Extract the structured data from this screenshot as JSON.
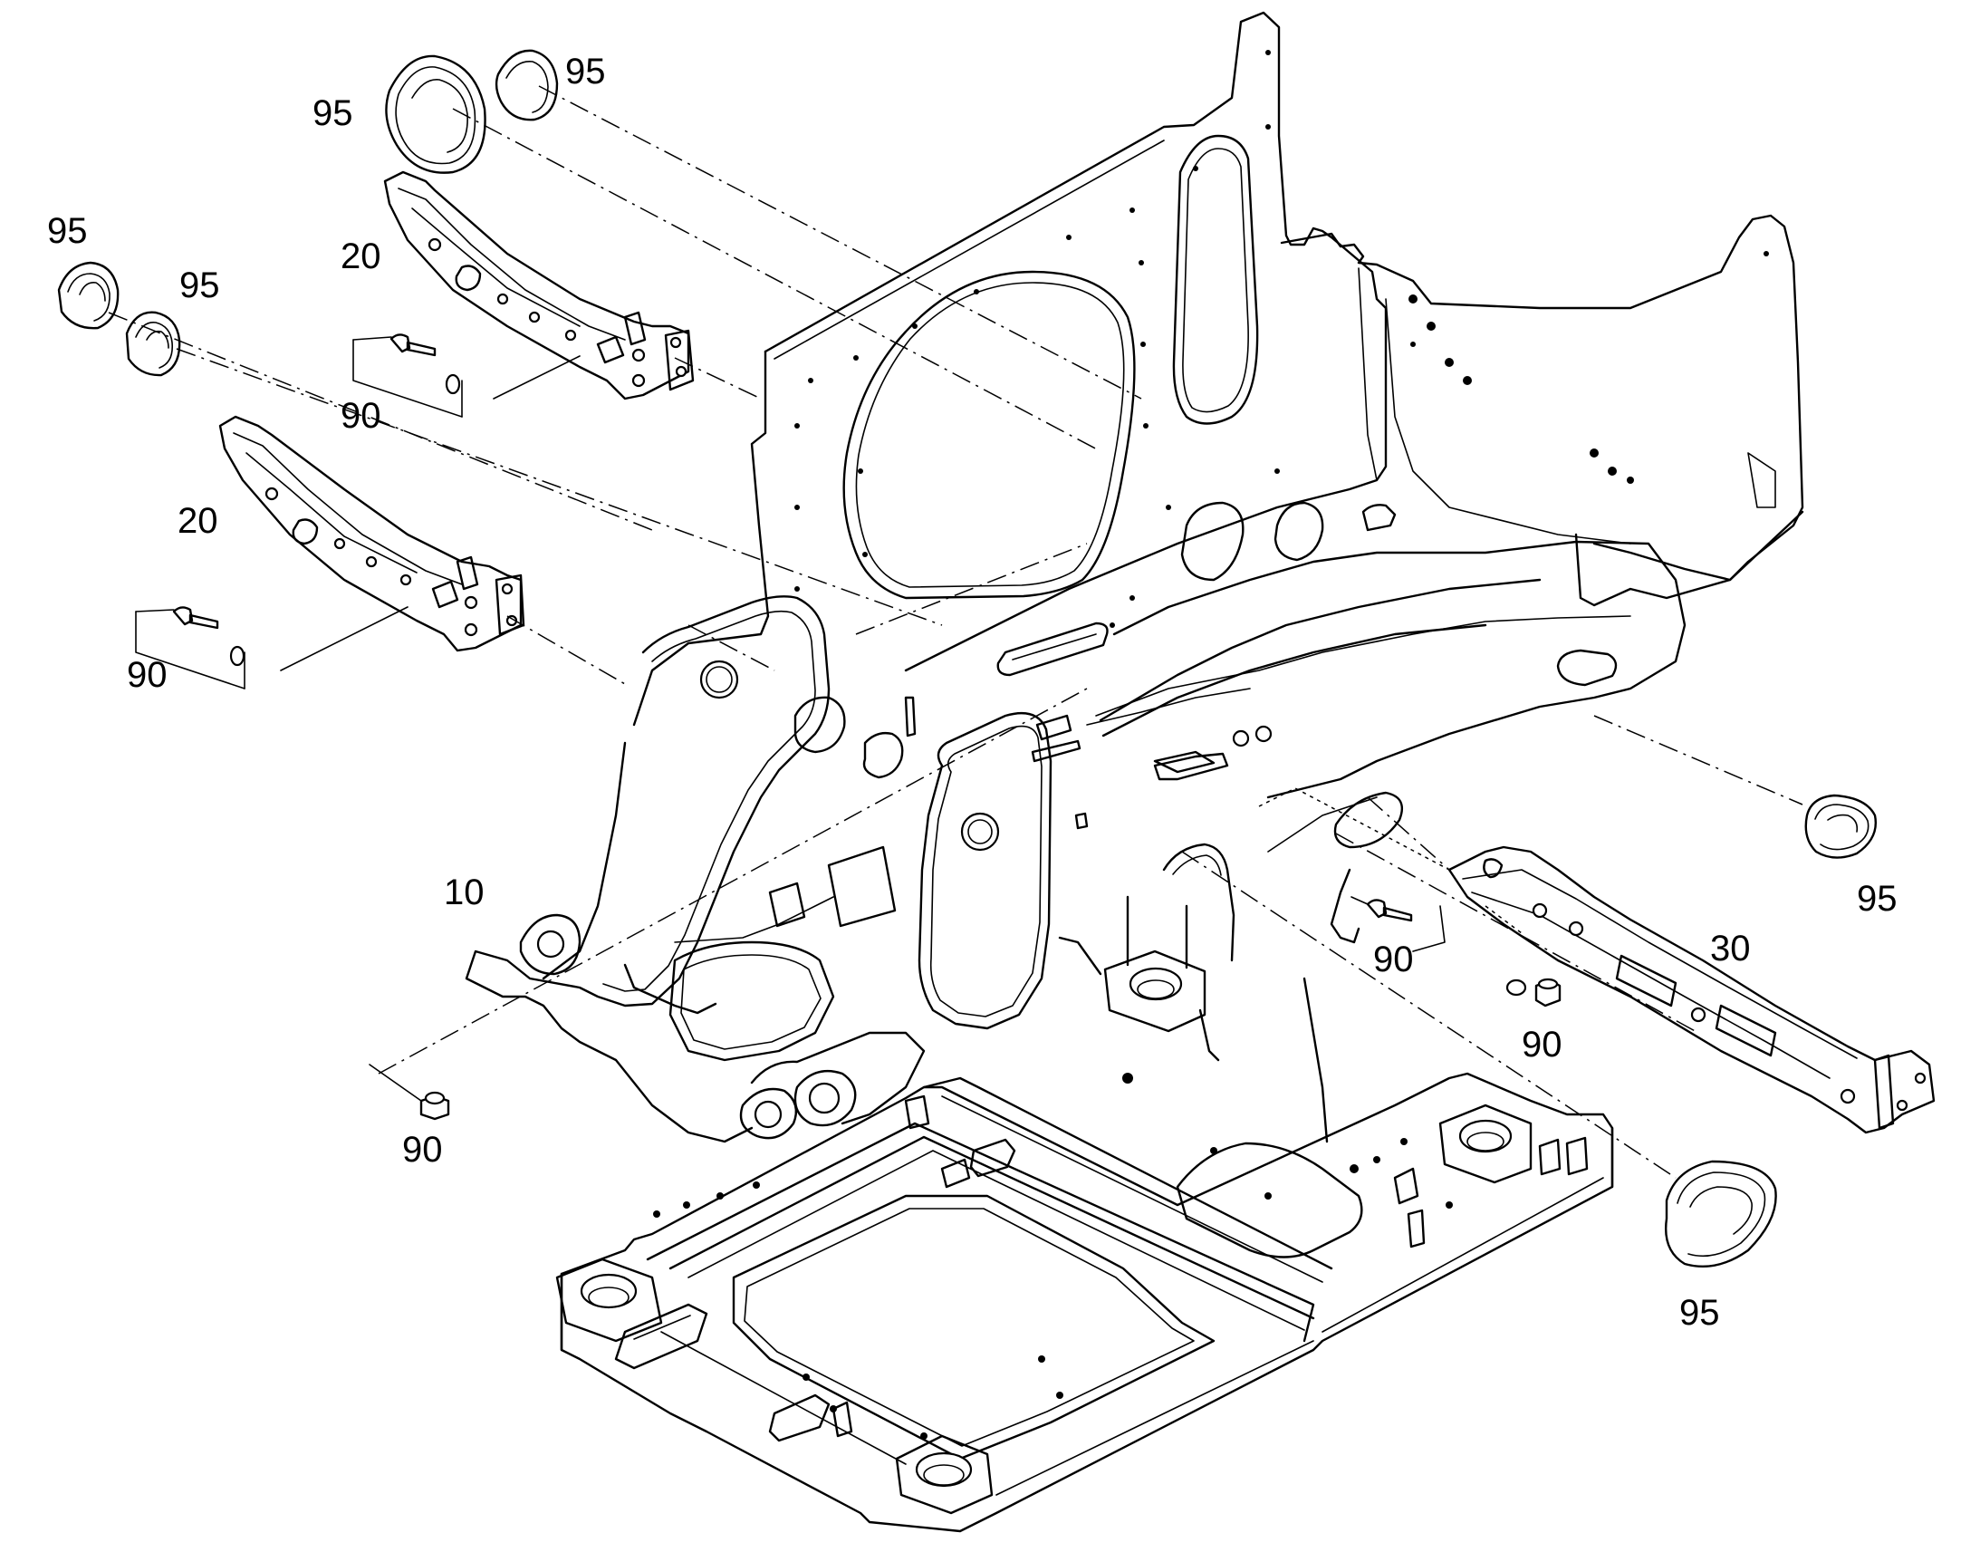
{
  "callouts": {
    "c95_top_left": "95",
    "c95_top_right": "95",
    "c95_left_outer": "95",
    "c95_left_inner": "95",
    "c20_upper": "20",
    "c20_lower": "20",
    "c90_upper_left": "90",
    "c90_lower_left": "90",
    "c90_bottom_left": "90",
    "c10_main_frame": "10",
    "c90_right_bolt": "90",
    "c90_right_plug": "90",
    "c30_right_arm": "30",
    "c95_right_upper": "95",
    "c95_right_lower": "95"
  },
  "parts": {
    "main_frame": "10",
    "upper_support_arm": "20",
    "lower_support_arm": "20",
    "right_support_arm": "30",
    "fastener": "90",
    "grommet": "95"
  }
}
